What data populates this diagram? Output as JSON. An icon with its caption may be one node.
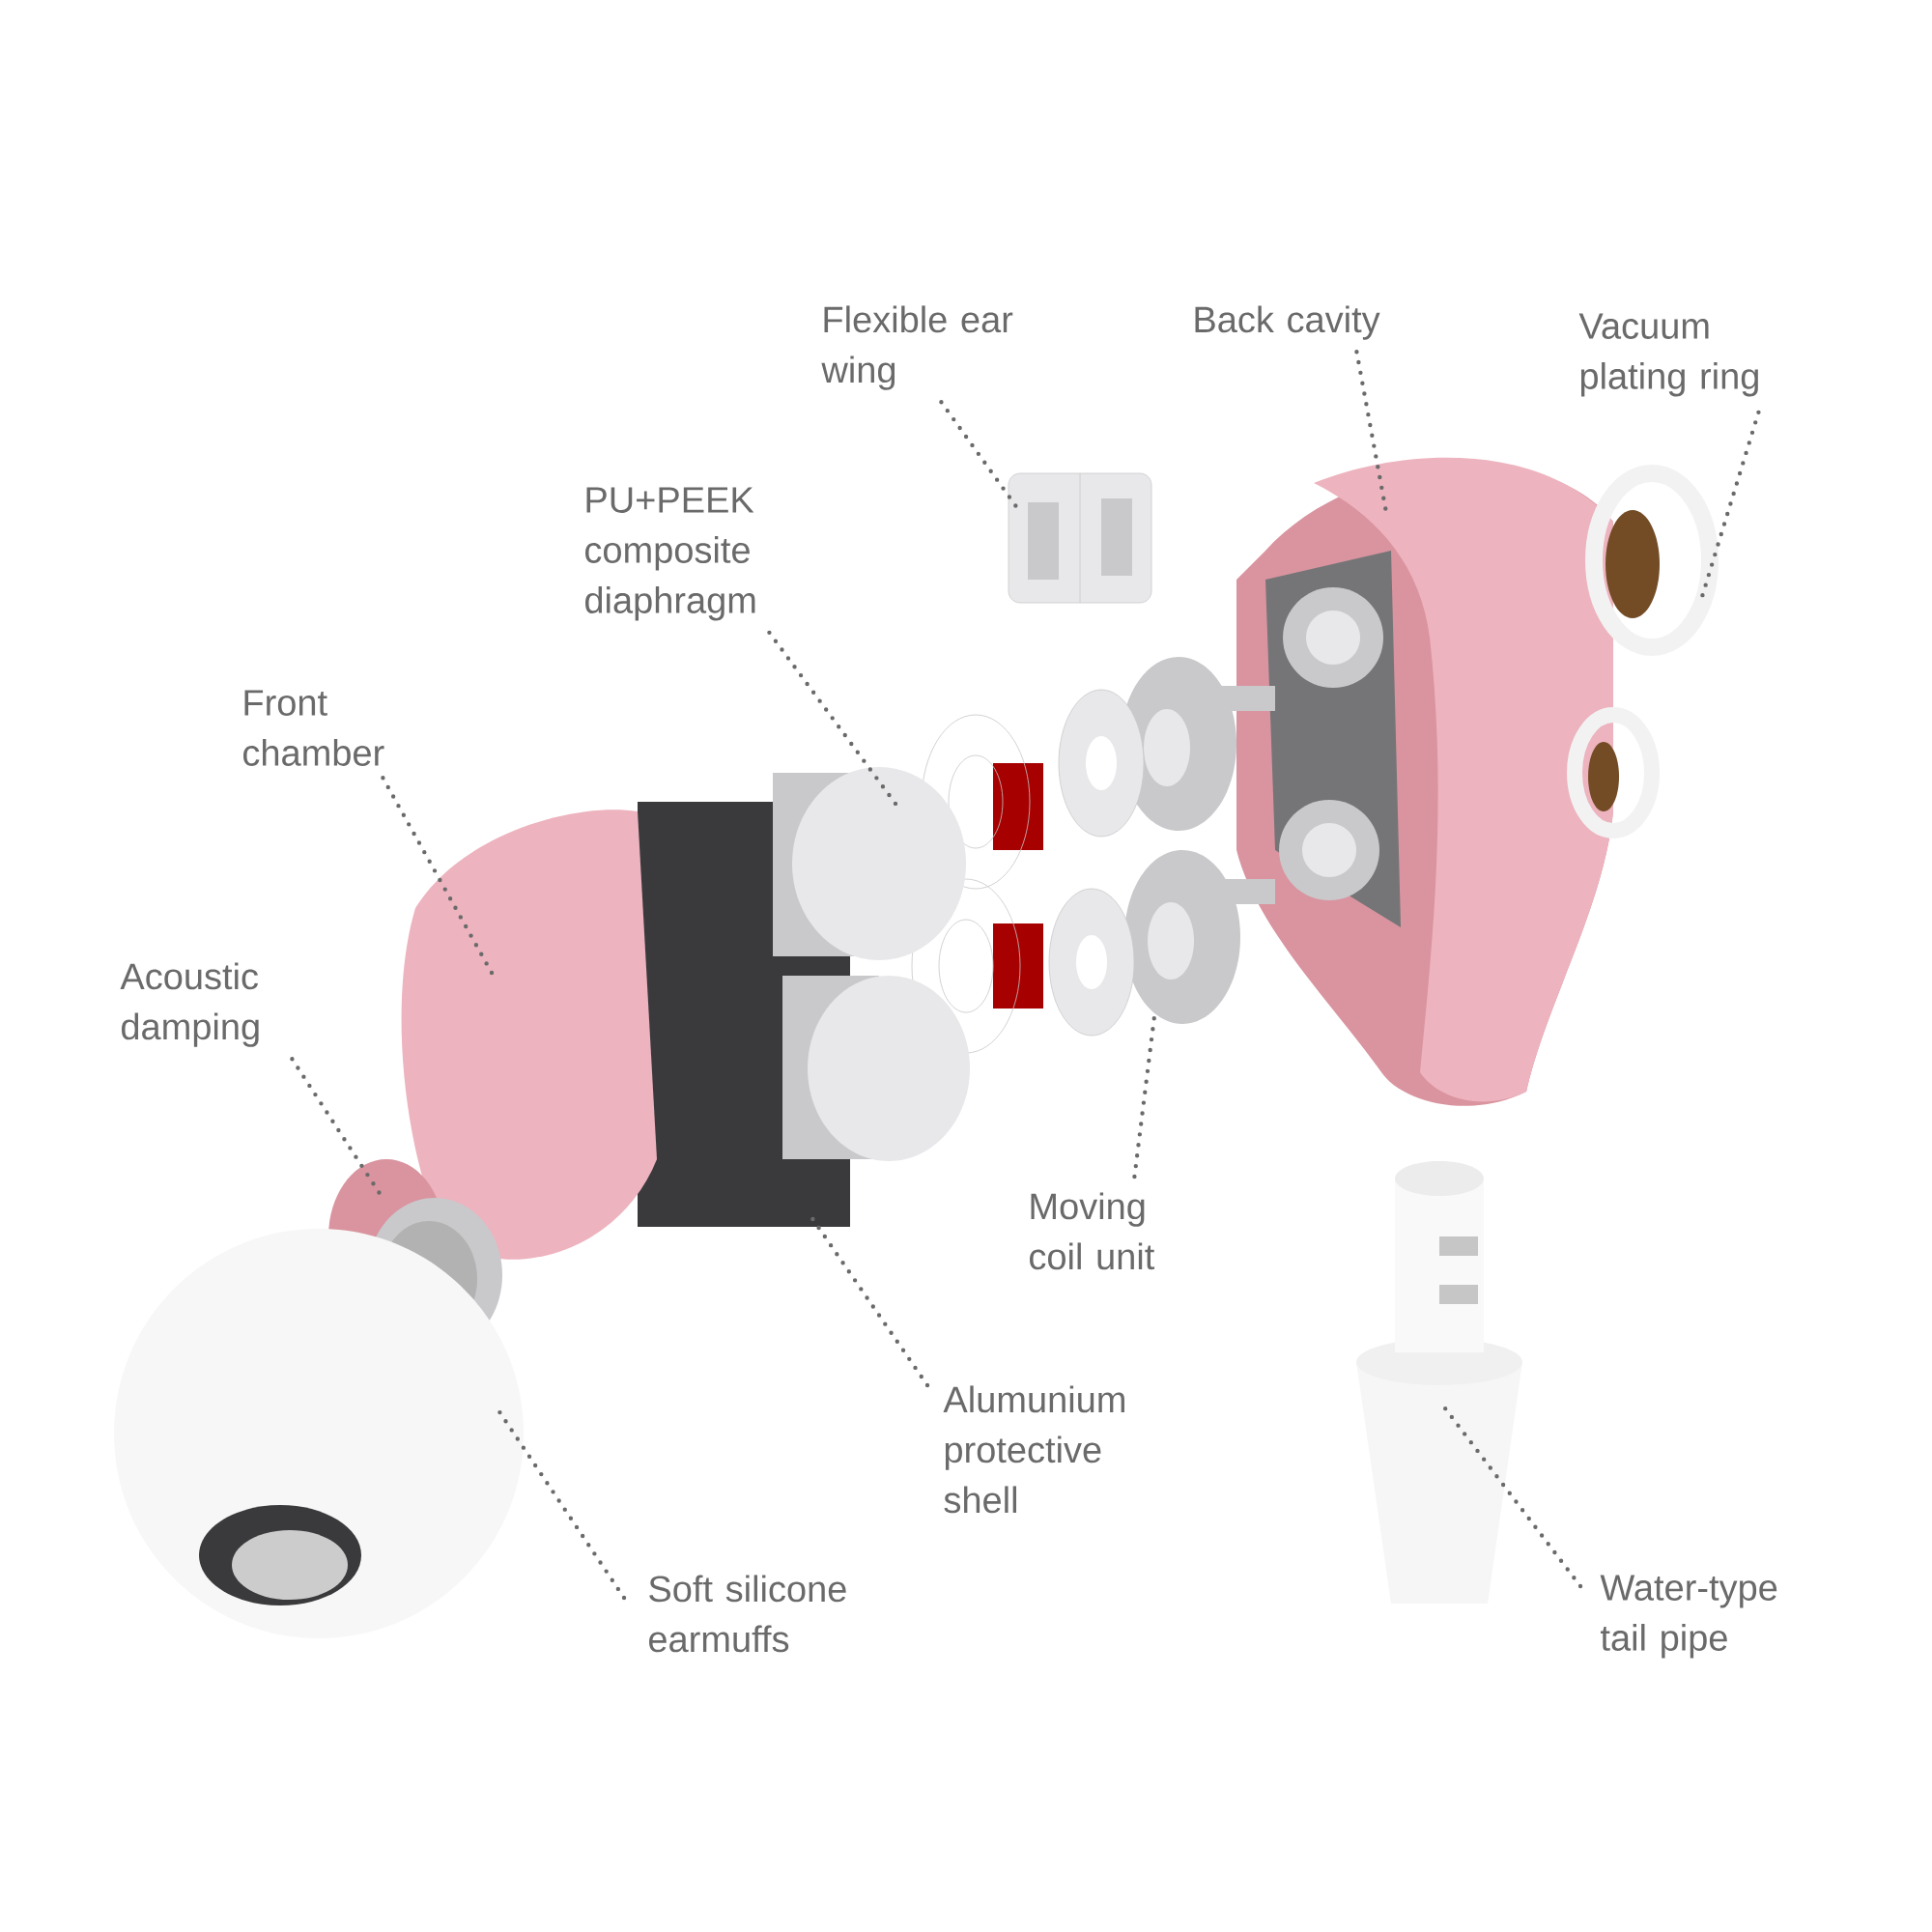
{
  "diagram": {
    "nodes": [
      {
        "text": [
          "Flexible ear wing"
        ]
      },
      {
        "text": [
          "Back cavity"
        ]
      },
      {
        "text": [
          "Vacuum plating ring"
        ]
      },
      {
        "text": [
          "PU+PEEK composite diaphragm"
        ]
      },
      {
        "text": [
          "Front chamber"
        ]
      },
      {
        "text": [
          "Acoustic damping"
        ]
      },
      {
        "text": [
          "Moving coil unit"
        ]
      },
      {
        "text": [
          "Alumunium protective shell"
        ]
      },
      {
        "text": [
          "Soft silicone earmuffs"
        ]
      },
      {
        "text": [
          "Water-type tail pipe"
        ]
      }
    ],
    "edges": [
      {
        "from": 0,
        "to": null,
        "arrow": "none"
      },
      {
        "from": 1,
        "to": null,
        "arrow": "none"
      },
      {
        "from": 2,
        "to": null,
        "arrow": "none"
      },
      {
        "from": 3,
        "to": null,
        "arrow": "none"
      },
      {
        "from": 4,
        "to": null,
        "arrow": "none"
      },
      {
        "from": 5,
        "to": null,
        "arrow": "none"
      },
      {
        "from": 6,
        "to": null,
        "arrow": "none"
      },
      {
        "from": 7,
        "to": null,
        "arrow": "none"
      },
      {
        "from": 8,
        "to": null,
        "arrow": "none"
      },
      {
        "from": 9,
        "to": null,
        "arrow": "none"
      }
    ]
  }
}
